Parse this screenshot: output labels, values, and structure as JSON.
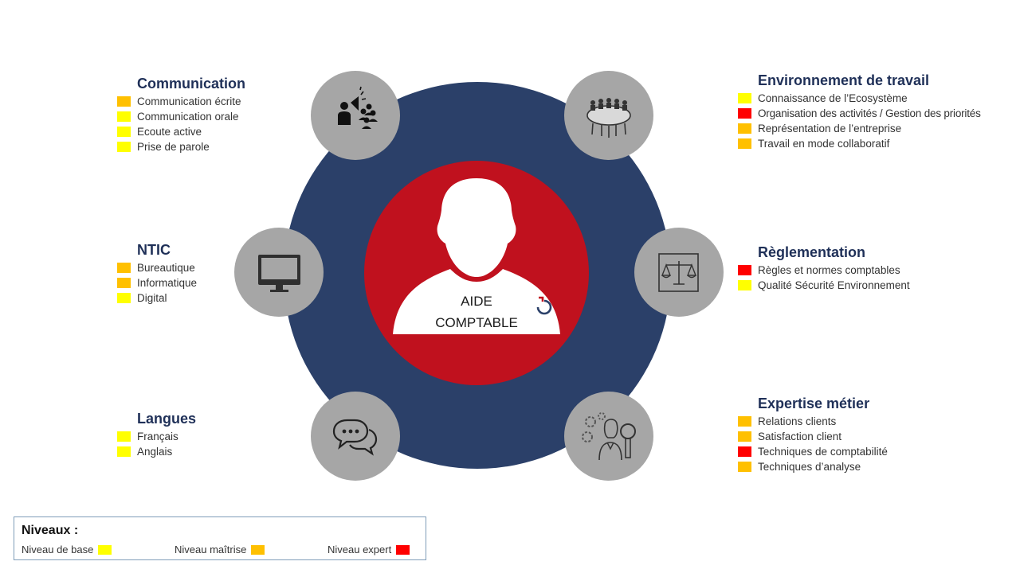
{
  "center": {
    "line1": "AIDE",
    "line2": "COMPTABLE"
  },
  "colors": {
    "base": "#ffff00",
    "maitrise": "#ffc000",
    "expert": "#ff0000",
    "ring": "#2b4069",
    "center": "#c0111e",
    "node": "#a6a6a6"
  },
  "groups": [
    {
      "title": "Communication",
      "icon": "speaker-group-icon",
      "items": [
        {
          "label": "Communication écrite",
          "level": "maitrise"
        },
        {
          "label": "Communication orale",
          "level": "base"
        },
        {
          "label": "Ecoute active",
          "level": "base"
        },
        {
          "label": "Prise de parole",
          "level": "base"
        }
      ]
    },
    {
      "title": "NTIC",
      "icon": "monitor-icon",
      "items": [
        {
          "label": "Bureautique",
          "level": "maitrise"
        },
        {
          "label": "Informatique",
          "level": "maitrise"
        },
        {
          "label": "Digital",
          "level": "base"
        }
      ]
    },
    {
      "title": "Langues",
      "icon": "chat-bubbles-icon",
      "items": [
        {
          "label": "Français",
          "level": "base"
        },
        {
          "label": "Anglais",
          "level": "base"
        }
      ]
    },
    {
      "title": "Environnement de travail",
      "icon": "meeting-table-icon",
      "items": [
        {
          "label": "Connaissance de l’Ecosystème",
          "level": "base"
        },
        {
          "label": "Organisation des activités / Gestion des priorités",
          "level": "expert"
        },
        {
          "label": "Représentation de l’entreprise",
          "level": "maitrise"
        },
        {
          "label": "Travail en mode collaboratif",
          "level": "maitrise"
        }
      ]
    },
    {
      "title": "Règlementation",
      "icon": "scales-icon",
      "items": [
        {
          "label": "Règles et normes comptables",
          "level": "expert"
        },
        {
          "label": "Qualité Sécurité Environnement",
          "level": "base"
        }
      ]
    },
    {
      "title": "Expertise métier",
      "icon": "expert-magnifier-icon",
      "items": [
        {
          "label": "Relations clients",
          "level": "maitrise"
        },
        {
          "label": "Satisfaction client",
          "level": "maitrise"
        },
        {
          "label": "Techniques de comptabilité",
          "level": "expert"
        },
        {
          "label": "Techniques d’analyse",
          "level": "maitrise"
        }
      ]
    }
  ],
  "legend": {
    "title": "Niveaux :",
    "items": [
      {
        "label": "Niveau de base",
        "level": "base"
      },
      {
        "label": "Niveau maîtrise",
        "level": "maitrise"
      },
      {
        "label": "Niveau expert",
        "level": "expert"
      }
    ]
  }
}
